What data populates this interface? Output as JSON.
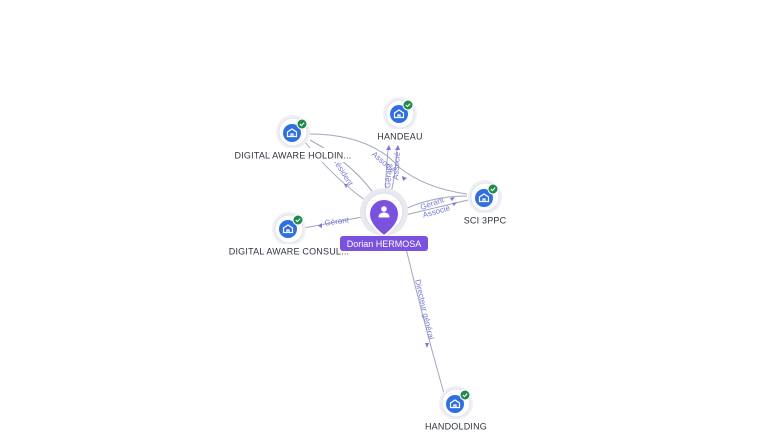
{
  "colors": {
    "edge": "#a3a6bd",
    "edge_label": "#7b7ad6",
    "company": "#2f6fe0",
    "check": "#1f8a4c",
    "person": "#7b52e0",
    "label_bg": "#ffffff"
  },
  "center": {
    "name": "Dorian HERMOSA",
    "icon": "person-icon"
  },
  "companies": [
    {
      "id": "handeau",
      "name": "HANDEAU",
      "icon": "building-icon",
      "status_icon": "check-icon"
    },
    {
      "id": "digital-aware-holding",
      "name": "DIGITAL AWARE HOLDIN...",
      "icon": "building-icon",
      "status_icon": "check-icon"
    },
    {
      "id": "sci-3ppc",
      "name": "SCI 3PPC",
      "icon": "building-icon",
      "status_icon": "check-icon"
    },
    {
      "id": "digital-aware-consul",
      "name": "DIGITAL AWARE CONSUL...",
      "icon": "building-icon",
      "status_icon": "check-icon"
    },
    {
      "id": "handolding",
      "name": "HANDOLDING",
      "icon": "building-icon",
      "status_icon": "check-icon"
    }
  ],
  "edges": [
    {
      "id": "e-handeau-gerant",
      "label": "Gérant"
    },
    {
      "id": "e-handeau-associe",
      "label": "Associé"
    },
    {
      "id": "e-handeau-sci",
      "label": ""
    },
    {
      "id": "e-dah-president",
      "label": "Président"
    },
    {
      "id": "e-dah-associe",
      "label": "Associé"
    },
    {
      "id": "e-sci-gerant",
      "label": "Gérant"
    },
    {
      "id": "e-sci-associe",
      "label": "Associé"
    },
    {
      "id": "e-dac-gerant",
      "label": "Gérant"
    },
    {
      "id": "e-handolding-dg",
      "label": "Directeur général"
    }
  ]
}
